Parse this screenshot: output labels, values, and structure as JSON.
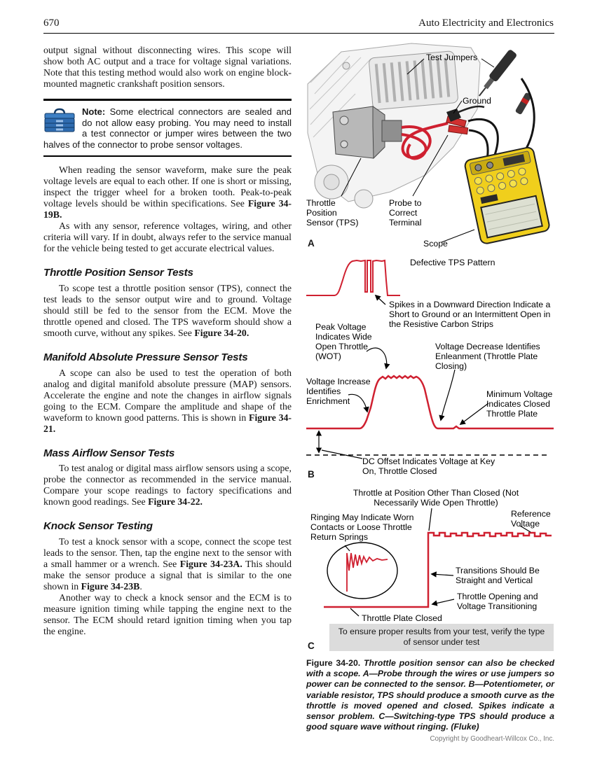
{
  "header": {
    "page_number": "670",
    "book_title": "Auto Electricity and Electronics"
  },
  "colors": {
    "trace_red": "#cf2030",
    "scope_yellow": "#f0cf1c",
    "callout_gray": "#dcdcdc"
  },
  "left": {
    "para_intro": "output signal without disconnecting wires. This scope will show both AC output and a trace for voltage signal variations. Note that this testing method would also work on engine block-mounted magnetic crankshaft position sensors.",
    "note": {
      "label": "Note: ",
      "body": "Some electrical connectors are sealed and do not allow easy probing. You may need to install a test connector or jumper wires between the two halves of the connector to probe sensor voltages."
    },
    "para_waveform": [
      {
        "t": "When reading the sensor waveform, make sure the peak voltage levels are equal to each other. If one is short or missing, inspect the trigger wheel for a broken tooth. Peak-to-peak voltage levels should be within specifications. See "
      },
      {
        "t": "Figure 34-19B.",
        "b": true
      }
    ],
    "para_vary": "As with any sensor, reference voltages, wiring, and other criteria will vary. If in doubt, always refer to the service manual for the vehicle being tested to get accurate electrical values.",
    "sections": [
      {
        "heading": "Throttle Position Sensor Tests",
        "paras": [
          [
            {
              "t": "To scope test a throttle position sensor (TPS), connect the test leads to the sensor output wire and to ground. Voltage should still be fed to the sensor from the ECM. Move the throttle opened and closed. The TPS waveform should show a smooth curve, without any spikes. See "
            },
            {
              "t": "Figure 34-20.",
              "b": true
            }
          ]
        ]
      },
      {
        "heading": "Manifold Absolute Pressure Sensor Tests",
        "paras": [
          [
            {
              "t": "A scope can also be used to test the operation of both analog and digital manifold absolute pressure (MAP) sensors. Accelerate the engine and note the changes in airflow signals going to the ECM. Compare the amplitude and shape of the waveform to known good patterns. This is shown in "
            },
            {
              "t": "Figure 34-21.",
              "b": true
            }
          ]
        ]
      },
      {
        "heading": "Mass Airflow Sensor Tests",
        "paras": [
          [
            {
              "t": "To test analog or digital mass airflow sensors using a scope, probe the connector as recommended in the service manual. Compare your scope readings to factory specifications and known good readings. See "
            },
            {
              "t": "Figure 34-22.",
              "b": true
            }
          ]
        ]
      },
      {
        "heading": "Knock Sensor Testing",
        "paras": [
          [
            {
              "t": "To test a knock sensor with a scope, connect the scope test leads to the sensor. Then, tap the engine next to the sensor with a small hammer or a wrench. See "
            },
            {
              "t": "Figure 34-23A.",
              "b": true
            },
            {
              "t": " This should make the sensor produce a signal that is similar to the one shown in "
            },
            {
              "t": "Figure 34-23B",
              "b": true
            },
            {
              "t": "."
            }
          ],
          [
            {
              "t": "Another way to check a knock sensor and the ECM is to measure ignition timing while tapping the engine next to the sensor. The ECM should retard ignition timing when you tap the engine."
            }
          ]
        ]
      }
    ]
  },
  "figure": {
    "a": {
      "test_jumpers": "Test Jumpers",
      "ground": "Ground",
      "tps": "Throttle Position Sensor (TPS)",
      "probe": "Probe to Correct Terminal",
      "scope": "Scope",
      "letter": "A"
    },
    "b": {
      "defective": "Defective TPS Pattern",
      "spikes": "Spikes in a Downward Direction Indicate a Short to Ground or an Intermittent Open in the Resistive Carbon Strips",
      "peak": "Peak Voltage Indicates Wide Open Throttle (WOT)",
      "decrease": "Voltage Decrease Identifies Enleanment (Throttle Plate Closing)",
      "increase": "Voltage Increase Identifies Enrichment",
      "minimum": "Minimum Voltage Indicates Closed Throttle Plate",
      "dc_offset": "DC Offset Indicates Voltage at Key On, Throttle Closed",
      "letter": "B"
    },
    "c": {
      "throttle_pos": "Throttle at Position Other Than Closed (Not Necessarily Wide Open Throttle)",
      "ringing": "Ringing May Indicate Worn Contacts or Loose Throttle Return Springs",
      "reference": "Reference Voltage",
      "transitions": "Transitions Should Be Straight and Vertical",
      "opening": "Throttle Opening and Voltage Transitioning",
      "closed": "Throttle Plate Closed",
      "verify_note": "To ensure proper results from your test, verify the type of sensor under test",
      "letter": "C"
    },
    "caption": [
      {
        "t": "Figure 34-20.",
        "b": true
      },
      {
        "t": " Throttle position sensor can also be checked with a scope. A—Probe through the wires or use jumpers so power can be connected to the sensor. B—Potentiometer, or variable resistor, TPS should produce a smooth curve as the throttle is moved opened and closed. Spikes indicate a sensor problem. C—Switching-type TPS should produce a good square wave without ringing. (Fluke)"
      }
    ],
    "credit": "Copyright by Goodheart-Willcox Co., Inc."
  }
}
